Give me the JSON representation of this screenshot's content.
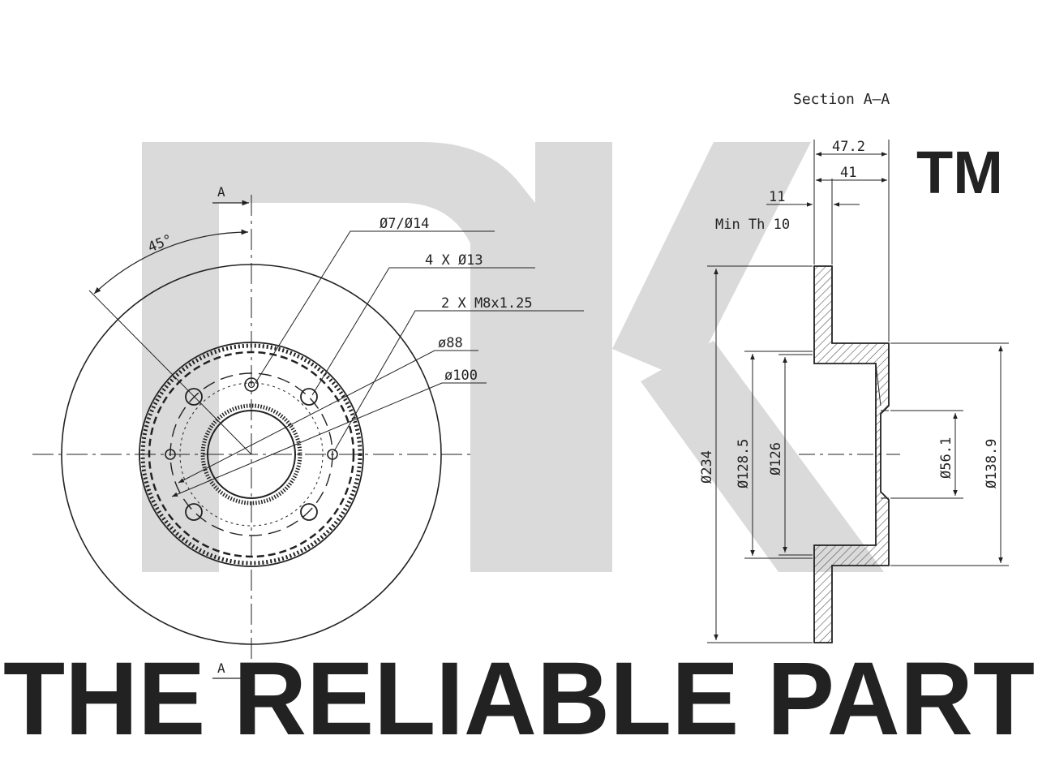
{
  "watermark": {
    "tagline": "THE RELIABLE PART",
    "trademark": "TM",
    "color": "#dadada"
  },
  "front_view": {
    "section_marker_top": "A",
    "section_marker_bottom": "A",
    "angle_label": "45°",
    "callouts": {
      "hole_small": "Ø7/Ø14",
      "bolt_holes": "4 X Ø13",
      "threaded_holes": "2 X M8x1.25",
      "pcd_88": "ø88",
      "pcd_100": "ø100"
    }
  },
  "section_view": {
    "title": "Section A–A",
    "dims": {
      "overall_height": "47.2",
      "hat_depth": "41",
      "thickness": "11",
      "min_thickness": "Min Th 10",
      "outer_diameter": "Ø234",
      "hat_outer_diameter": "Ø128.5",
      "hat_inner_diameter": "Ø126",
      "center_bore": "Ø56.1",
      "hub_diameter": "Ø138.9"
    }
  },
  "colors": {
    "line": "#222222",
    "hatch": "#555555"
  }
}
